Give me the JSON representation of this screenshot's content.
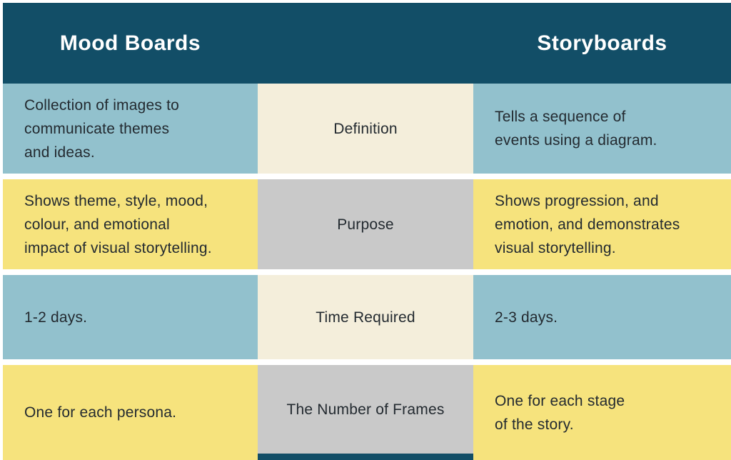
{
  "header": {
    "left_title": "Mood Boards",
    "right_title": "Storyboards"
  },
  "rows": [
    {
      "label": "Definition",
      "mood": "Collection of images to\ncommunicate themes\nand ideas.",
      "story": "Tells a sequence of\nevents using a diagram."
    },
    {
      "label": "Purpose",
      "mood": "Shows theme, style, mood,\ncolour, and emotional\nimpact of visual storytelling.",
      "story": "Shows progression, and\nemotion, and demonstrates\nvisual storytelling."
    },
    {
      "label": "Time Required",
      "mood": "1-2 days.",
      "story": "2-3 days."
    },
    {
      "label": "The Number of Frames",
      "mood": "One for each persona.",
      "story": "One for each stage\nof the story."
    }
  ],
  "colors": {
    "header_teal": "#124e67",
    "cell_blue": "#92c1cd",
    "cell_cream": "#f4eedb",
    "cell_yellow": "#f6e37d",
    "cell_gray": "#c9c9c9",
    "text_dark": "#232a30",
    "text_light": "#ffffff",
    "background": "#ffffff"
  }
}
